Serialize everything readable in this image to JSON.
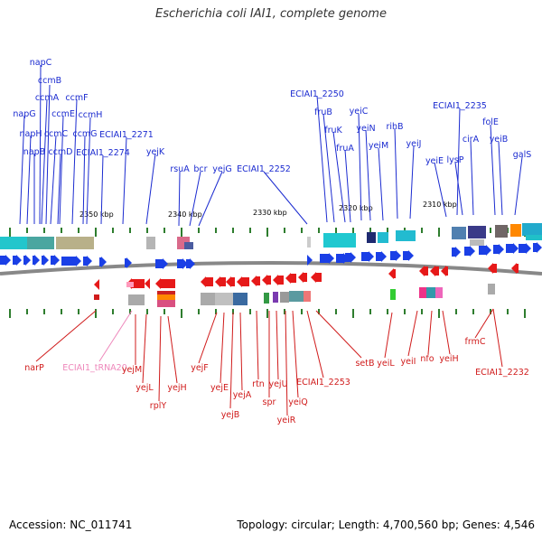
{
  "title": "Escherichia coli IAI1, complete genome",
  "footer": {
    "accession": "Accession: NC_011741",
    "summary": "Topology: circular; Length: 4,700,560 bp; Genes: 4,546"
  },
  "colors": {
    "forward_gene": "#1a3fe6",
    "reverse_gene": "#e61919",
    "forward_label": "#1b2bd0",
    "reverse_label": "#d01b1b",
    "trna_label": "#ee88bb",
    "backbone": "#888888",
    "tick": "#2e7d2e",
    "ruler_text": "#000000"
  },
  "ruler": [
    {
      "label": "2350 kbp"
    },
    {
      "label": "2340 kbp"
    },
    {
      "label": "2330 kbp"
    },
    {
      "label": "2320 kbp"
    },
    {
      "label": "2310 kbp"
    }
  ],
  "forward_labels": [
    "napC",
    "ccmB",
    "ccmA",
    "ccmF",
    "napG",
    "ccmE",
    "ccmH",
    "napH",
    "ccmC",
    "ccmG",
    "ECIAI1_2271",
    "napB",
    "ccmD",
    "ECIAI1_2274",
    "yejK",
    "rsuA",
    "bcr",
    "yejG",
    "ECIAI1_2252",
    "ECIAI1_2250",
    "fruB",
    "yeiC",
    "rihB",
    "fruK",
    "yeiN",
    "yeiM",
    "yeiJ",
    "fruA",
    "ECIAI1_2235",
    "folE",
    "cirA",
    "yeiB",
    "lysP",
    "yeiE",
    "galS"
  ],
  "reverse_labels": [
    "narP",
    "ECIAI1_tRNA20",
    "yejM",
    "yejL",
    "rplY",
    "yejH",
    "yejF",
    "yejE",
    "yejB",
    "yejA",
    "rtn",
    "spr",
    "yejU",
    "yeiR",
    "yeiQ",
    "ECIAI1_2253",
    "setB",
    "yeiL",
    "yeiI",
    "nfo",
    "yeiH",
    "frmC",
    "ECIAI1_2232"
  ]
}
